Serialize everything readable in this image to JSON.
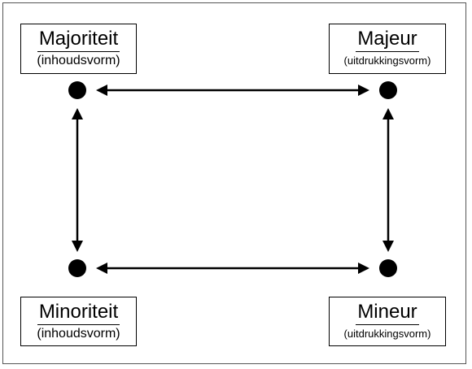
{
  "nodes": {
    "majority": {
      "title": "Majoriteit",
      "subtitle": "(inhoudsvorm)"
    },
    "major": {
      "title": "Majeur",
      "subtitle": "(uitdrukkingsvorm)"
    },
    "minority": {
      "title": "Minoriteit",
      "subtitle": "(inhoudsvorm)"
    },
    "minor": {
      "title": "Mineur",
      "subtitle": "(uitdrukkingsvorm)"
    }
  },
  "edges": [
    {
      "from": "majority",
      "to": "major",
      "arrows": "both"
    },
    {
      "from": "minority",
      "to": "minor",
      "arrows": "both"
    },
    {
      "from": "majority",
      "to": "minority",
      "arrows": "both"
    },
    {
      "from": "major",
      "to": "minor",
      "arrows": "both"
    }
  ],
  "colors": {
    "line": "#000000",
    "frame": "#555555",
    "background": "#ffffff"
  }
}
